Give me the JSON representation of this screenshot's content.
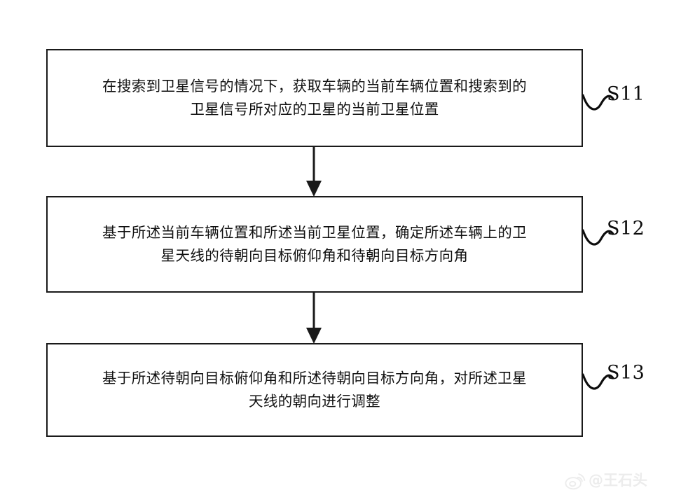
{
  "diagram": {
    "title": "Satellite antenna orientation adjustment flowchart",
    "background_color": "#ffffff",
    "line_color": "#1a1a1a",
    "text_color": "#101010",
    "steps": [
      {
        "id": "S11",
        "label": "S11",
        "text": "在搜索到卫星信号的情况下，获取车辆的当前车辆位置和搜索到的\n卫星信号所对应的卫星的当前卫星位置"
      },
      {
        "id": "S12",
        "label": "S12",
        "text": "基于所述当前车辆位置和所述当前卫星位置，确定所述车辆上的卫\n星天线的待朝向目标俯仰角和待朝向目标方向角"
      },
      {
        "id": "S13",
        "label": "S13",
        "text": "基于所述待朝向目标俯仰角和所述待朝向目标方向角，对所述卫星\n天线的朝向进行调整"
      }
    ],
    "connectors": [
      {
        "name": "arrow-step1-to-step2",
        "from": "S11",
        "to": "S12"
      },
      {
        "name": "arrow-step2-to-step3",
        "from": "S12",
        "to": "S13"
      }
    ],
    "leader_lines": [
      {
        "name": "squiggle-leader-s11",
        "target": "S11"
      },
      {
        "name": "squiggle-leader-s12",
        "target": "S12"
      },
      {
        "name": "squiggle-leader-s13",
        "target": "S13"
      }
    ]
  },
  "watermark": {
    "handle": "@王石头",
    "logo": "weibo-icon",
    "color": "#ececec"
  }
}
